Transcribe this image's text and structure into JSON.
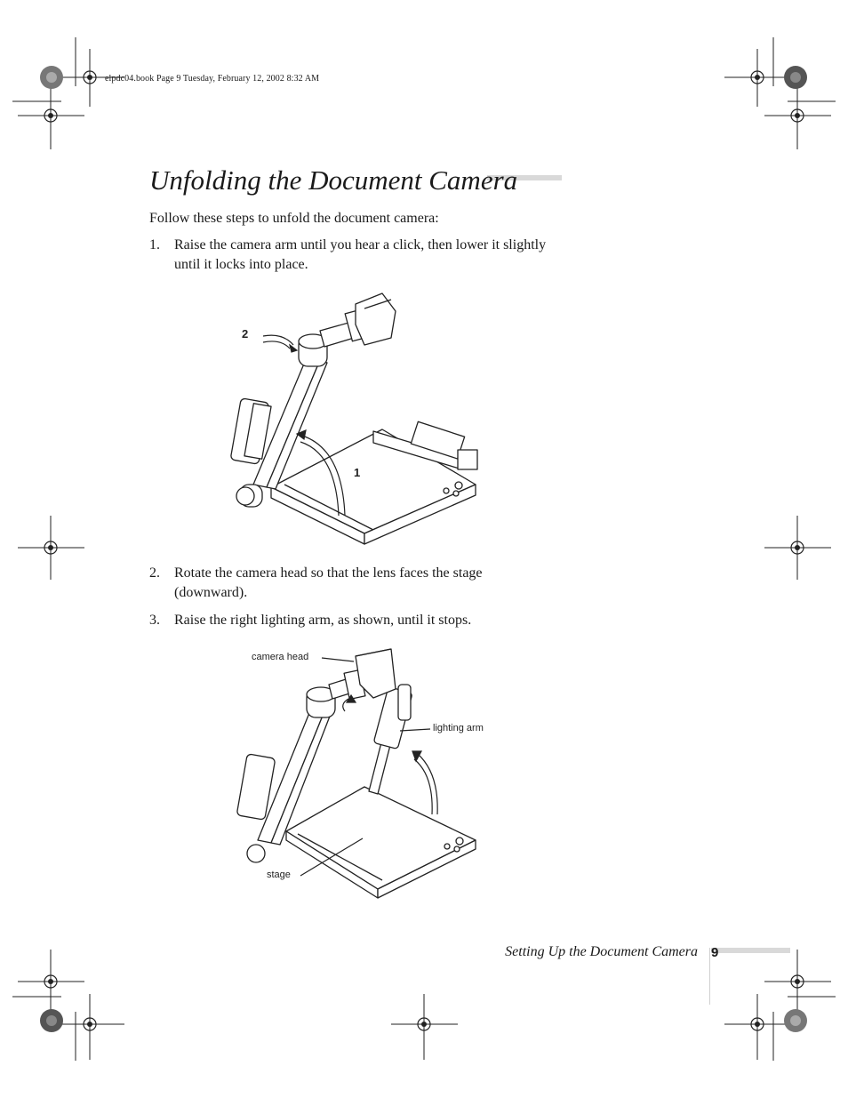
{
  "slug": "elpdc04.book  Page 9  Tuesday, February 12, 2002  8:32 AM",
  "title": "Unfolding the Document Camera",
  "intro": "Follow these steps to unfold the document camera:",
  "steps": [
    {
      "num": "1.",
      "lines": [
        "Raise the camera arm until you hear a click, then lower it slightly",
        "until it locks into place."
      ]
    },
    {
      "num": "2.",
      "lines": [
        "Rotate the camera head so that the lens faces the stage",
        "(downward)."
      ]
    },
    {
      "num": "3.",
      "lines": [
        "Raise the right lighting arm, as shown, until it stops."
      ]
    }
  ],
  "figure1": {
    "callout_2": "2",
    "callout_1": "1"
  },
  "figure2": {
    "camera_head": "camera head",
    "lighting_arm": "lighting arm",
    "stage": "stage"
  },
  "footer": {
    "section": "Setting Up the Document Camera",
    "page": "9"
  }
}
